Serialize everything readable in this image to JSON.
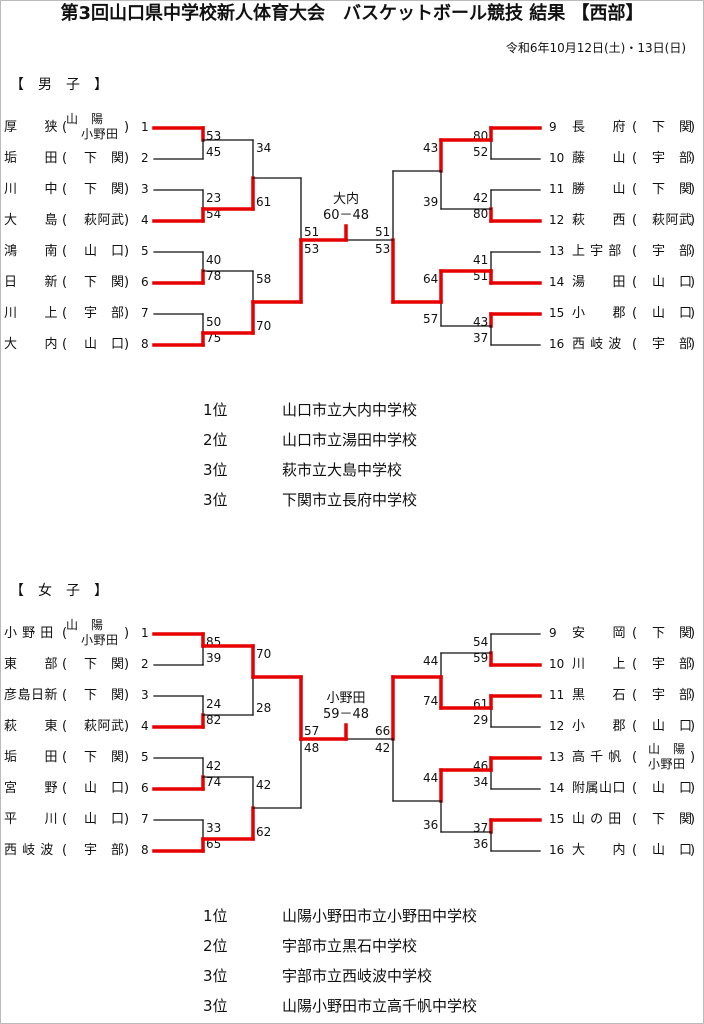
{
  "title": "第3回山口県中学校新人体育大会　バスケットボール競技 結果 【西部】",
  "date": "令和6年10月12日(土)・13日(日)",
  "boys": {
    "heading": "【　男　子　】",
    "left_teams": [
      {
        "no": "1",
        "school": "厚　　狭",
        "region": "山　陽",
        "region2": "小野田"
      },
      {
        "no": "2",
        "school": "垢　　田",
        "region": "下　関"
      },
      {
        "no": "3",
        "school": "川　　中",
        "region": "下　関"
      },
      {
        "no": "4",
        "school": "大　　島",
        "region": "萩阿武"
      },
      {
        "no": "5",
        "school": "鴻　　南",
        "region": "山　口"
      },
      {
        "no": "6",
        "school": "日　　新",
        "region": "下　関"
      },
      {
        "no": "7",
        "school": "川　　上",
        "region": "宇　部"
      },
      {
        "no": "8",
        "school": "大　　内",
        "region": "山　口"
      }
    ],
    "right_teams": [
      {
        "no": "9",
        "school": "長　　府",
        "region": "下　関"
      },
      {
        "no": "10",
        "school": "藤　　山",
        "region": "宇　部"
      },
      {
        "no": "11",
        "school": "勝　　山",
        "region": "下　関"
      },
      {
        "no": "12",
        "school": "萩　　西",
        "region": "萩阿武"
      },
      {
        "no": "13",
        "school": "上 宇 部",
        "region": "宇　部"
      },
      {
        "no": "14",
        "school": "湯　　田",
        "region": "山　口"
      },
      {
        "no": "15",
        "school": "小　　郡",
        "region": "山　口"
      },
      {
        "no": "16",
        "school": "西 岐 波",
        "region": "宇　部"
      }
    ],
    "r1_left": [
      [
        "53",
        "45"
      ],
      [
        "23",
        "54"
      ],
      [
        "40",
        "78"
      ],
      [
        "50",
        "75"
      ]
    ],
    "r1_right": [
      [
        "80",
        "52"
      ],
      [
        "42",
        "80"
      ],
      [
        "41",
        "51"
      ],
      [
        "43",
        "37"
      ]
    ],
    "r2_left": [
      [
        "34",
        "61"
      ],
      [
        "58",
        "70"
      ]
    ],
    "r2_right": [
      [
        "43",
        "39"
      ],
      [
        "64",
        "57"
      ]
    ],
    "semi_left": [
      "51",
      "53"
    ],
    "semi_right": [
      "51",
      "53"
    ],
    "final_winner": "大内",
    "final_score": "60－48",
    "results": [
      {
        "rank": "1位",
        "school": "山口市立大内中学校"
      },
      {
        "rank": "2位",
        "school": "山口市立湯田中学校"
      },
      {
        "rank": "3位",
        "school": "萩市立大島中学校"
      },
      {
        "rank": "3位",
        "school": "下関市立長府中学校"
      }
    ]
  },
  "girls": {
    "heading": "【　女　子　】",
    "left_teams": [
      {
        "no": "1",
        "school": "小 野 田",
        "region": "山　陽",
        "region2": "小野田"
      },
      {
        "no": "2",
        "school": "東　　部",
        "region": "下　関"
      },
      {
        "no": "3",
        "school": "彦島日新",
        "region": "下　関"
      },
      {
        "no": "4",
        "school": "萩　　東",
        "region": "萩阿武"
      },
      {
        "no": "5",
        "school": "垢　　田",
        "region": "下　関"
      },
      {
        "no": "6",
        "school": "宮　　野",
        "region": "山　口"
      },
      {
        "no": "7",
        "school": "平　　川",
        "region": "山　口"
      },
      {
        "no": "8",
        "school": "西 岐 波",
        "region": "宇　部"
      }
    ],
    "right_teams": [
      {
        "no": "9",
        "school": "安　　岡",
        "region": "下　関"
      },
      {
        "no": "10",
        "school": "川　　上",
        "region": "宇　部"
      },
      {
        "no": "11",
        "school": "黒　　石",
        "region": "宇　部"
      },
      {
        "no": "12",
        "school": "小　　郡",
        "region": "山　口"
      },
      {
        "no": "13",
        "school": "高 千 帆",
        "region": "山　陽",
        "region2": "小野田"
      },
      {
        "no": "14",
        "school": "附属山口",
        "region": "山　口"
      },
      {
        "no": "15",
        "school": "山 の 田",
        "region": "下　関"
      },
      {
        "no": "16",
        "school": "大　　内",
        "region": "山　口"
      }
    ],
    "r1_left": [
      [
        "85",
        "39"
      ],
      [
        "24",
        "82"
      ],
      [
        "42",
        "74"
      ],
      [
        "33",
        "65"
      ]
    ],
    "r1_right": [
      [
        "54",
        "59"
      ],
      [
        "61",
        "29"
      ],
      [
        "46",
        "34"
      ],
      [
        "37",
        "36"
      ]
    ],
    "r2_left": [
      [
        "70",
        "28"
      ],
      [
        "42",
        "62"
      ]
    ],
    "r2_right": [
      [
        "44",
        "74"
      ],
      [
        "44",
        "36"
      ]
    ],
    "semi_left": [
      "57",
      "48"
    ],
    "semi_right": [
      "66",
      "42"
    ],
    "final_winner": "小野田",
    "final_score": "59－48",
    "results": [
      {
        "rank": "1位",
        "school": "山陽小野田市立小野田中学校"
      },
      {
        "rank": "2位",
        "school": "宇部市立黒石中学校"
      },
      {
        "rank": "3位",
        "school": "宇部市立西岐波中学校"
      },
      {
        "rank": "3位",
        "school": "山陽小野田市立高千帆中学校"
      }
    ]
  },
  "colors": {
    "winner": "#e60000",
    "line": "#111111"
  }
}
